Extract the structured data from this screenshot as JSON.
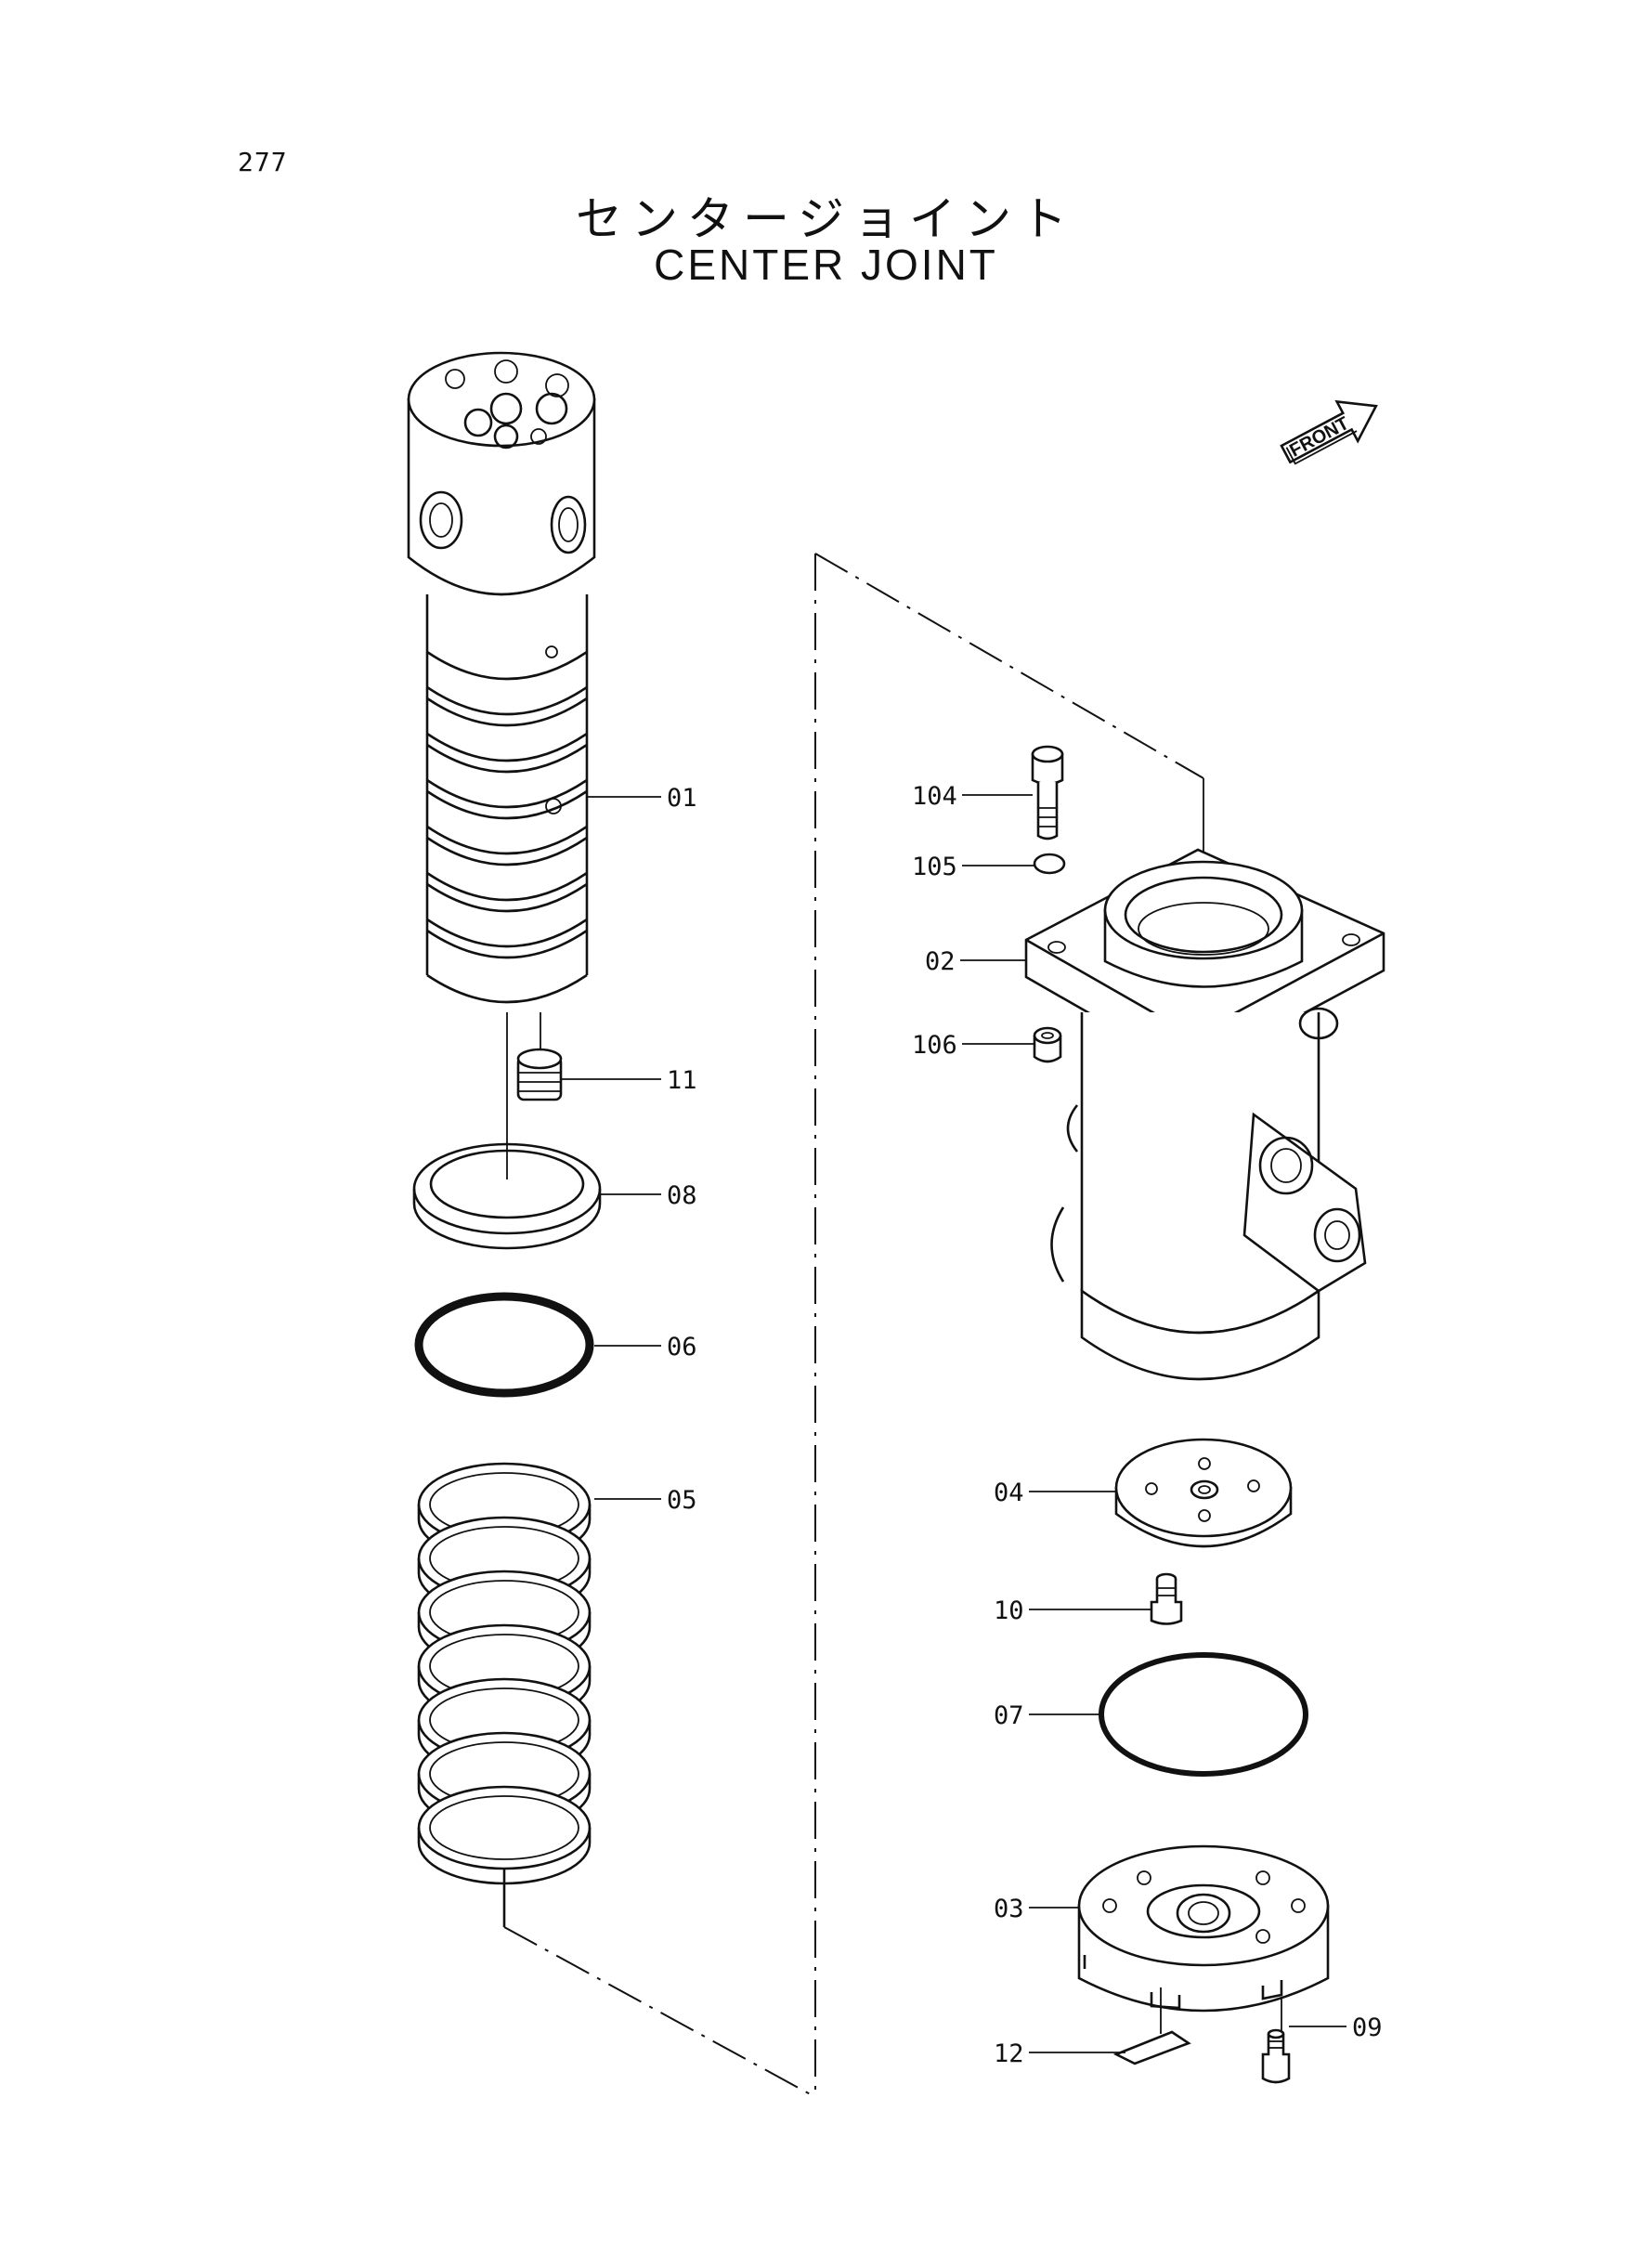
{
  "page_number": "277",
  "title_jp": "センタージョイント",
  "title_en": "CENTER JOINT",
  "front_marker": "FRONT",
  "callouts": [
    {
      "id": "c01",
      "label": "01"
    },
    {
      "id": "c11",
      "label": "11"
    },
    {
      "id": "c08",
      "label": "08"
    },
    {
      "id": "c06",
      "label": "06"
    },
    {
      "id": "c05",
      "label": "05"
    },
    {
      "id": "c104",
      "label": "104"
    },
    {
      "id": "c105",
      "label": "105"
    },
    {
      "id": "c02",
      "label": "02"
    },
    {
      "id": "c106",
      "label": "106"
    },
    {
      "id": "c04",
      "label": "04"
    },
    {
      "id": "c10",
      "label": "10"
    },
    {
      "id": "c07",
      "label": "07"
    },
    {
      "id": "c03",
      "label": "03"
    },
    {
      "id": "c12",
      "label": "12"
    },
    {
      "id": "c09",
      "label": "09"
    }
  ]
}
